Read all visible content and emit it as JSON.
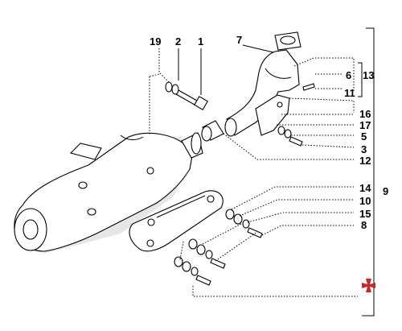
{
  "diagram": {
    "part_labels": {
      "n19": "19",
      "n2": "2",
      "n1": "1",
      "n7": "7",
      "n6": "6",
      "n13": "13",
      "n11": "11",
      "n16": "16",
      "n17": "17",
      "n5": "5",
      "n3": "3",
      "n12": "12",
      "n14": "14",
      "n10": "10",
      "n15": "15",
      "n8": "8",
      "n9": "9"
    },
    "colors": {
      "lines": "#000000",
      "background": "#ffffff",
      "logo": "#c62828"
    },
    "logo_icon": "red-cross-badge"
  }
}
